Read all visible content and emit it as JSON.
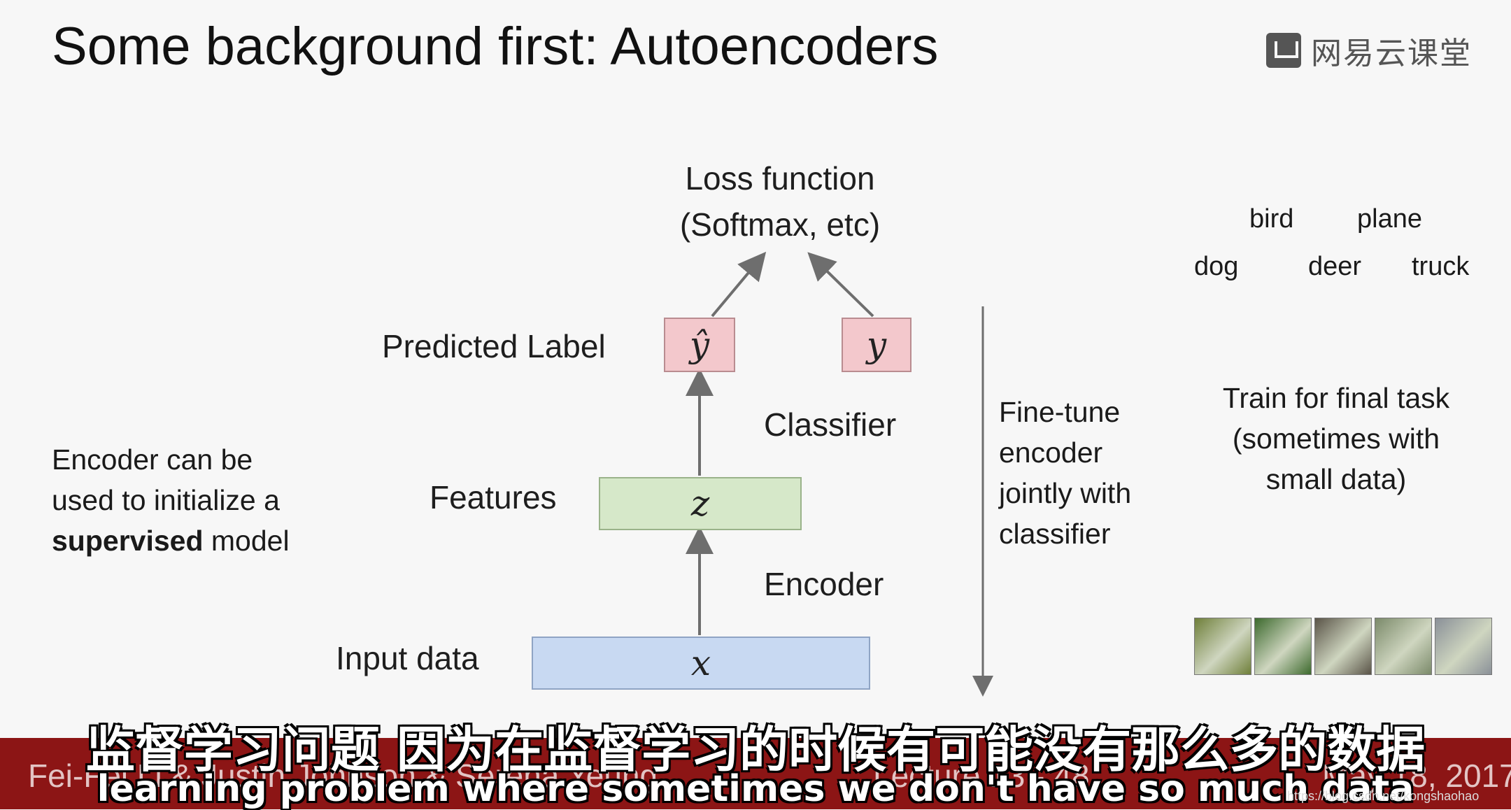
{
  "slide": {
    "title": "Some background first: Autoencoders",
    "logo_text": "网易云课堂"
  },
  "diagram": {
    "loss_function": "Loss function",
    "loss_detail": "(Softmax, etc)",
    "predicted_label": "Predicted Label",
    "y_hat": "ŷ",
    "y": "y",
    "classifier": "Classifier",
    "features": "Features",
    "z": "z",
    "encoder": "Encoder",
    "input_data": "Input data",
    "x": "x"
  },
  "left_note": {
    "line1": "Encoder can be",
    "line2": "used to initialize a",
    "bold": "supervised",
    "rest": " model"
  },
  "finetune": {
    "line1": "Fine-tune",
    "line2": "encoder",
    "line3": "jointly with",
    "line4": "classifier"
  },
  "classes": {
    "bird": "bird",
    "plane": "plane",
    "dog": "dog",
    "deer": "deer",
    "truck": "truck"
  },
  "train_note": {
    "line1": "Train for final task",
    "line2": "(sometimes with",
    "line3": "small data)"
  },
  "thumbnails": [
    {
      "name": "dog-thumbnail",
      "color": "#6f7f3a"
    },
    {
      "name": "bird-thumbnail",
      "color": "#3d6a2e"
    },
    {
      "name": "deer-thumbnail",
      "color": "#5a5448"
    },
    {
      "name": "plane-thumbnail",
      "color": "#7b8a6a"
    },
    {
      "name": "truck-thumbnail",
      "color": "#8a9098"
    }
  ],
  "footer": {
    "left": "Fei-Fei Li & Justin Johnson & Serena Yeung",
    "mid": "Lecture 13 - 48",
    "right": "May 18, 2017",
    "color": "#8c1515"
  },
  "subtitles": {
    "zh": "监督学习问题  因为在监督学习的时候有可能没有那么多的数据",
    "en": "learning problem where sometimes we don't have so much data"
  },
  "watermark": "https://blog.csdn.net/kongshaohao"
}
